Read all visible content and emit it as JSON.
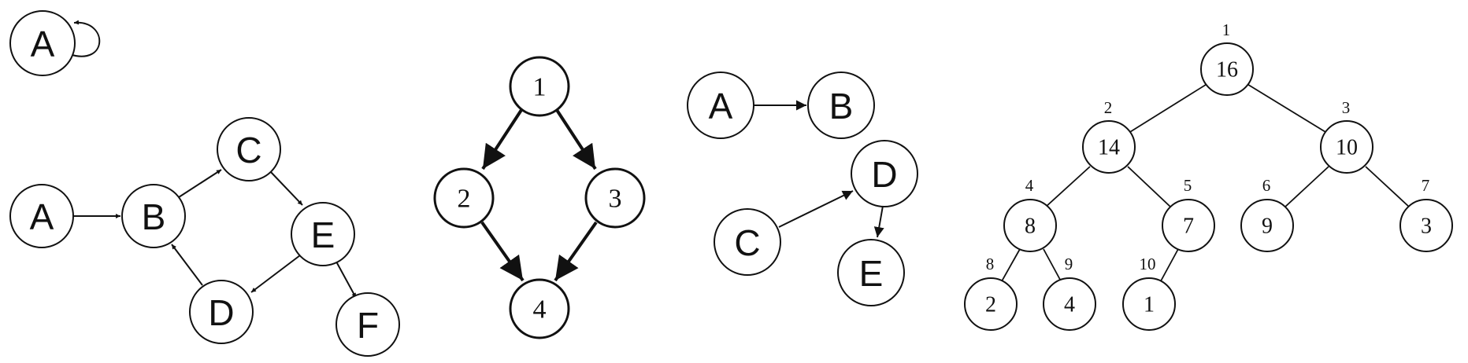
{
  "palette": {
    "stroke": "#111111",
    "fill": "#ffffff"
  },
  "self_loop_graph": {
    "node": "A"
  },
  "cycle_graph": {
    "nodes": [
      "A",
      "B",
      "C",
      "D",
      "E",
      "F"
    ]
  },
  "diamond_dag": {
    "nodes": [
      "1",
      "2",
      "3",
      "4"
    ]
  },
  "forest": {
    "nodes": [
      "A",
      "B",
      "C",
      "D",
      "E"
    ]
  },
  "heap": {
    "values": [
      "16",
      "14",
      "10",
      "8",
      "7",
      "9",
      "3",
      "2",
      "4",
      "1"
    ],
    "indices": [
      "1",
      "2",
      "3",
      "4",
      "5",
      "6",
      "7",
      "8",
      "9",
      "10"
    ]
  }
}
